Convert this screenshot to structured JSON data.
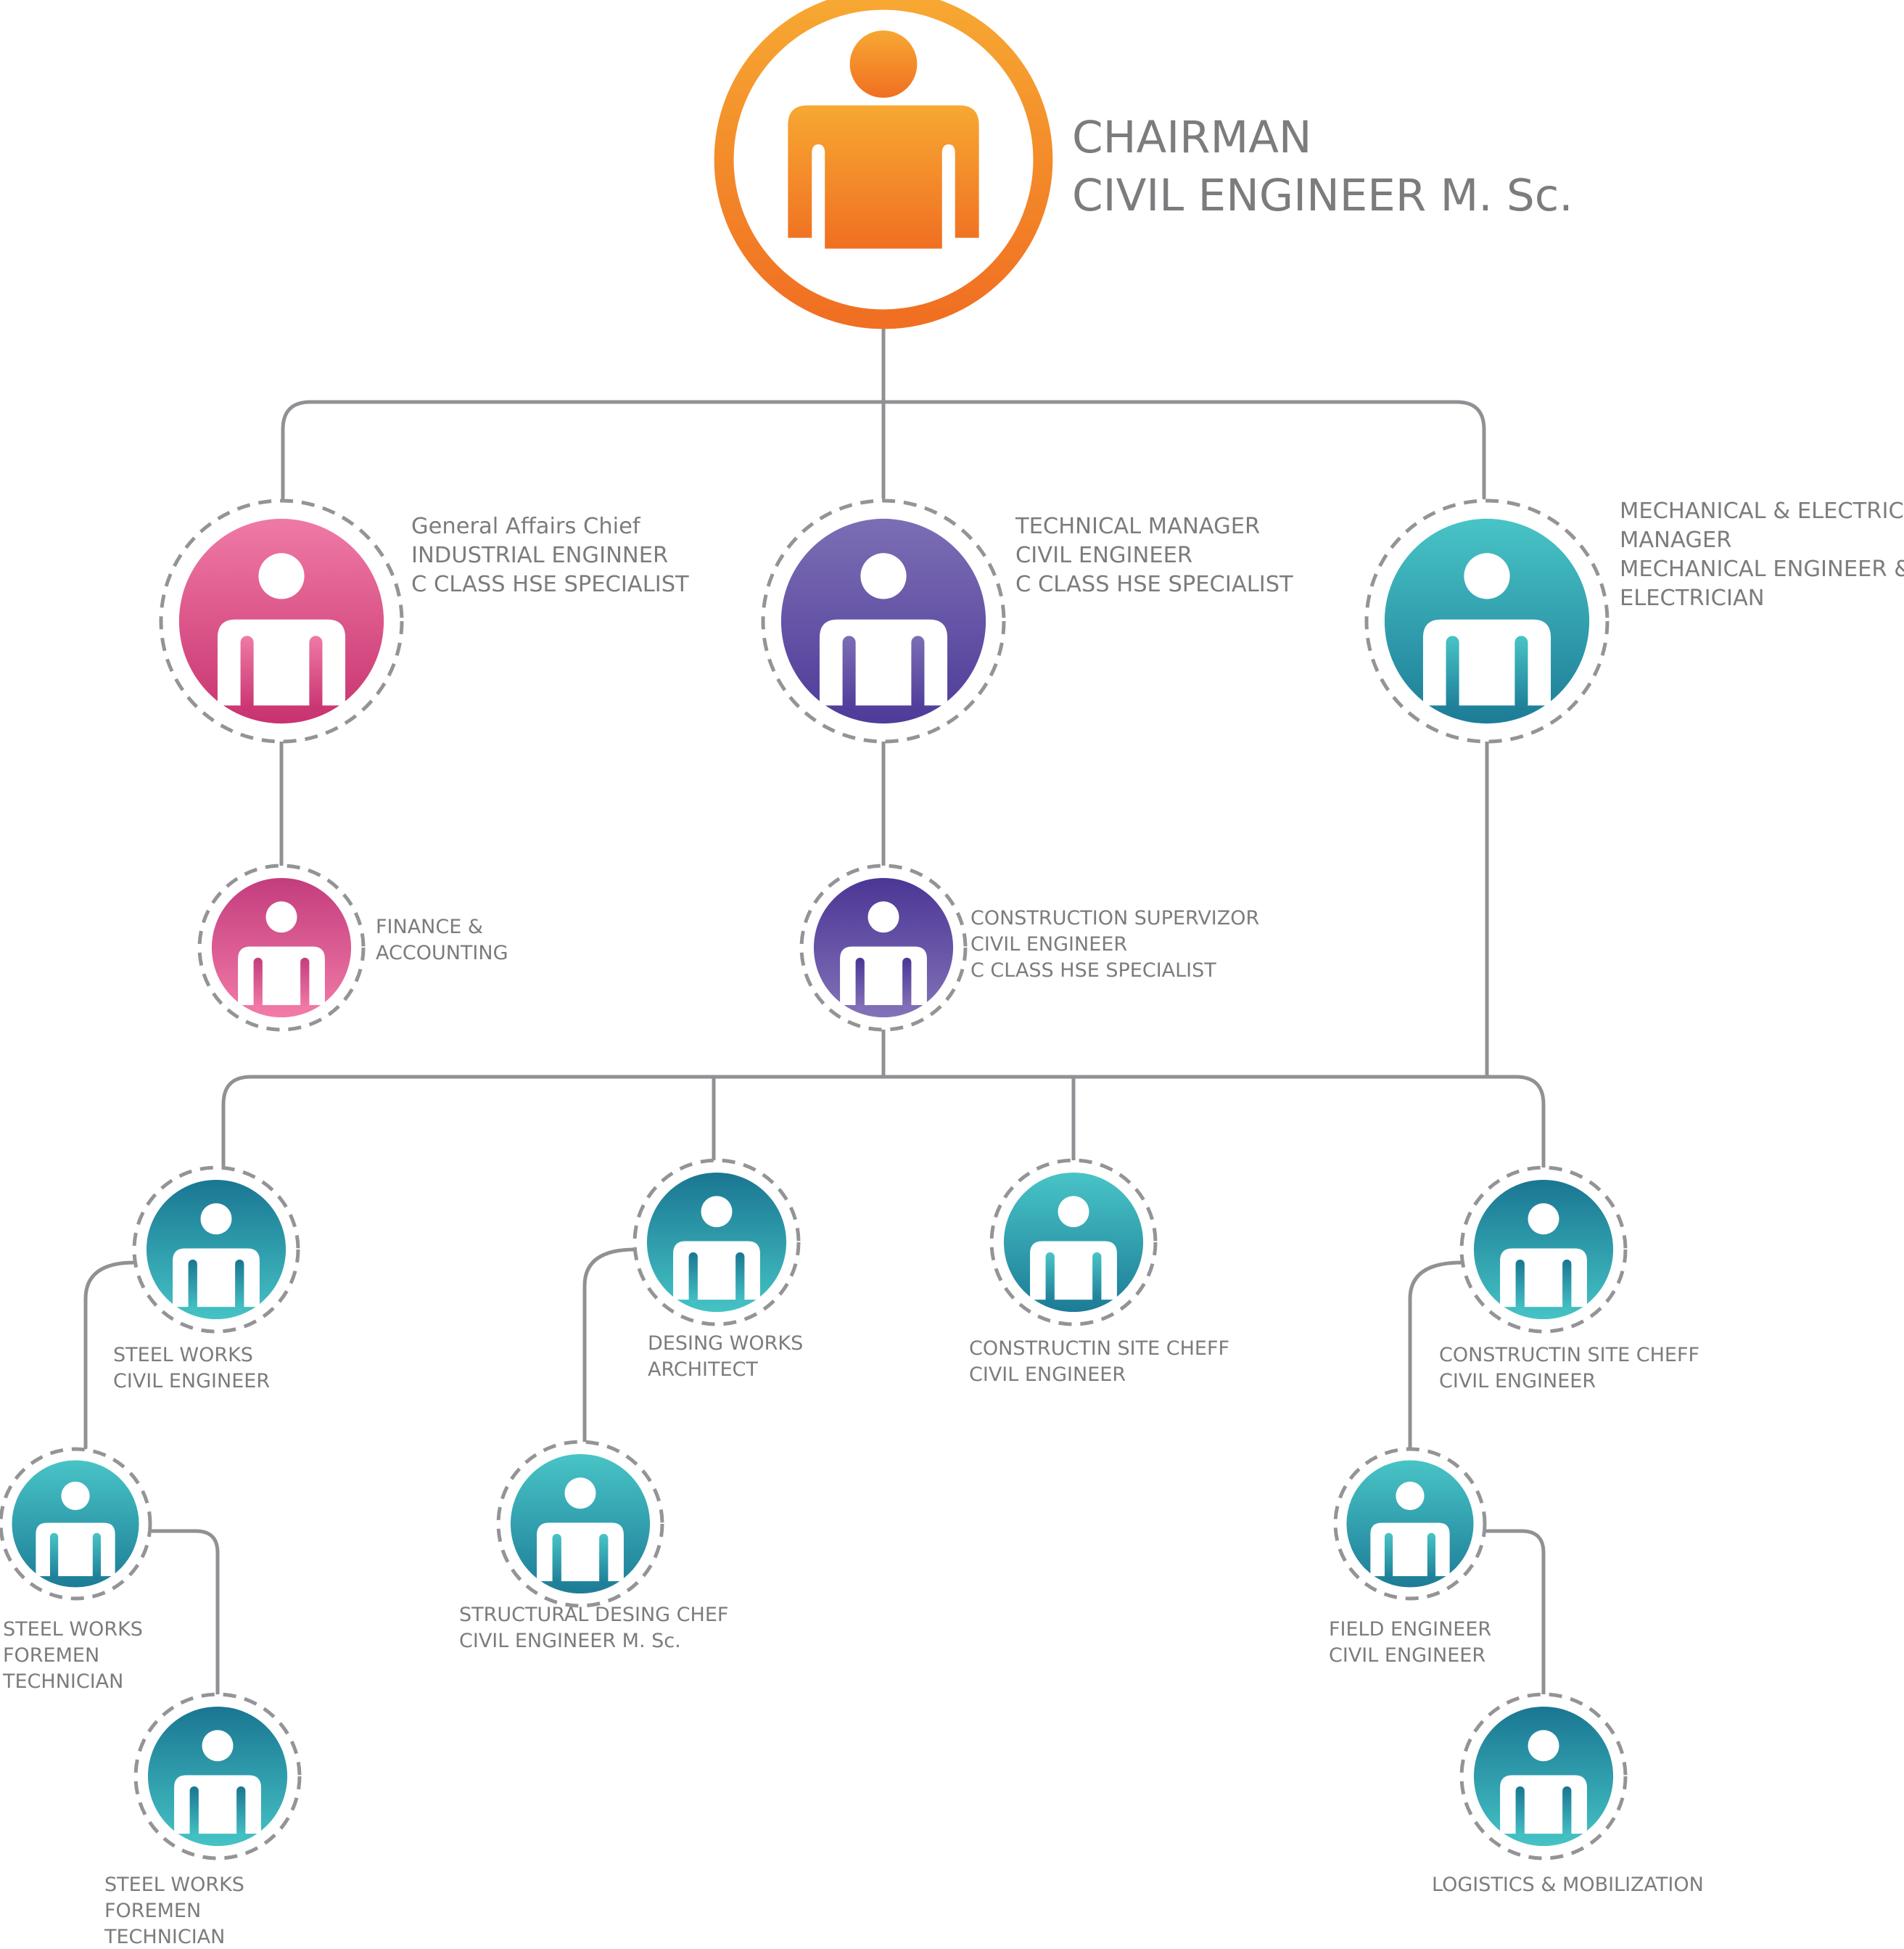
{
  "colors": {
    "connector": "#909095",
    "dash_ring": "#949497",
    "text": "#7c7c7f",
    "orange": [
      "#f7a832",
      "#f06f22"
    ],
    "pink": [
      "#ef7aa6",
      "#c8336f"
    ],
    "magenta": [
      "#c33d7d",
      "#f27ba8"
    ],
    "purple": [
      "#7c6eb4",
      "#4f3b99"
    ],
    "purple_dark": [
      "#4b3695",
      "#8372b8"
    ],
    "teal": [
      "#48c4c6",
      "#1d7c97"
    ],
    "teal_dark": [
      "#1a7692",
      "#45c3c5"
    ]
  },
  "nodes": [
    {
      "id": "chairman",
      "lines": [
        "CHAIRMAN",
        "CIVIL ENGINEER M. Sc."
      ],
      "color": "orange",
      "icon": "person-icon"
    },
    {
      "id": "general-affairs-chief",
      "lines": [
        "General Affairs Chief",
        "INDUSTRIAL ENGINNER",
        "C CLASS HSE SPECIALIST"
      ],
      "color": "pink",
      "icon": "person-icon"
    },
    {
      "id": "technical-manager",
      "lines": [
        "TECHNICAL MANAGER",
        "CIVIL ENGINEER",
        "C CLASS HSE SPECIALIST"
      ],
      "color": "purple",
      "icon": "person-icon"
    },
    {
      "id": "mechanical-electrical-manager",
      "lines": [
        "MECHANICAL & ELECTRICAL",
        "MANAGER",
        "MECHANICAL ENGINEER &",
        "ELECTRICIAN"
      ],
      "color": "teal",
      "icon": "person-icon"
    },
    {
      "id": "finance-accounting",
      "lines": [
        "FINANCE &",
        "ACCOUNTING"
      ],
      "color": "magenta",
      "icon": "person-icon"
    },
    {
      "id": "construction-supervizor",
      "lines": [
        "CONSTRUCTION SUPERVIZOR",
        "CIVIL ENGINEER",
        "C CLASS HSE SPECIALIST"
      ],
      "color": "purple_dark",
      "icon": "person-icon"
    },
    {
      "id": "steel-works-civil-engineer",
      "lines": [
        "STEEL WORKS",
        "CIVIL ENGINEER"
      ],
      "color": "teal_dark",
      "icon": "person-icon"
    },
    {
      "id": "desing-works-architect",
      "lines": [
        "DESING WORKS",
        "ARCHITECT"
      ],
      "color": "teal_dark",
      "icon": "person-icon"
    },
    {
      "id": "site-cheff-1",
      "lines": [
        "CONSTRUCTIN SITE CHEFF",
        "CIVIL ENGINEER"
      ],
      "color": "teal",
      "icon": "person-icon"
    },
    {
      "id": "site-cheff-2",
      "lines": [
        "CONSTRUCTIN SITE CHEFF",
        "CIVIL ENGINEER"
      ],
      "color": "teal_dark",
      "icon": "person-icon"
    },
    {
      "id": "steel-works-foremen-1",
      "lines": [
        "STEEL WORKS",
        "FOREMEN",
        "TECHNICIAN"
      ],
      "color": "teal",
      "icon": "person-icon"
    },
    {
      "id": "structural-desing-chef",
      "lines": [
        "STRUCTURAL DESING CHEF",
        "CIVIL ENGINEER M. Sc."
      ],
      "color": "teal",
      "icon": "person-icon"
    },
    {
      "id": "field-engineer",
      "lines": [
        "FIELD ENGINEER",
        "CIVIL ENGINEER"
      ],
      "color": "teal",
      "icon": "person-icon"
    },
    {
      "id": "steel-works-foremen-2",
      "lines": [
        "STEEL WORKS",
        "FOREMEN",
        "TECHNICIAN"
      ],
      "color": "teal_dark",
      "icon": "person-icon"
    },
    {
      "id": "logistics-mobilization",
      "lines": [
        "LOGISTICS & MOBILIZATION"
      ],
      "color": "teal_dark",
      "icon": "person-icon"
    }
  ],
  "edges": [
    [
      "chairman",
      "general-affairs-chief"
    ],
    [
      "chairman",
      "technical-manager"
    ],
    [
      "chairman",
      "mechanical-electrical-manager"
    ],
    [
      "general-affairs-chief",
      "finance-accounting"
    ],
    [
      "technical-manager",
      "construction-supervizor"
    ],
    [
      "construction-supervizor",
      "steel-works-civil-engineer"
    ],
    [
      "construction-supervizor",
      "desing-works-architect"
    ],
    [
      "construction-supervizor",
      "site-cheff-1"
    ],
    [
      "construction-supervizor",
      "site-cheff-2"
    ],
    [
      "mechanical-electrical-manager",
      "site-cheff-2"
    ],
    [
      "steel-works-civil-engineer",
      "steel-works-foremen-1"
    ],
    [
      "steel-works-foremen-1",
      "steel-works-foremen-2"
    ],
    [
      "desing-works-architect",
      "structural-desing-chef"
    ],
    [
      "site-cheff-2",
      "field-engineer"
    ],
    [
      "field-engineer",
      "logistics-mobilization"
    ]
  ]
}
